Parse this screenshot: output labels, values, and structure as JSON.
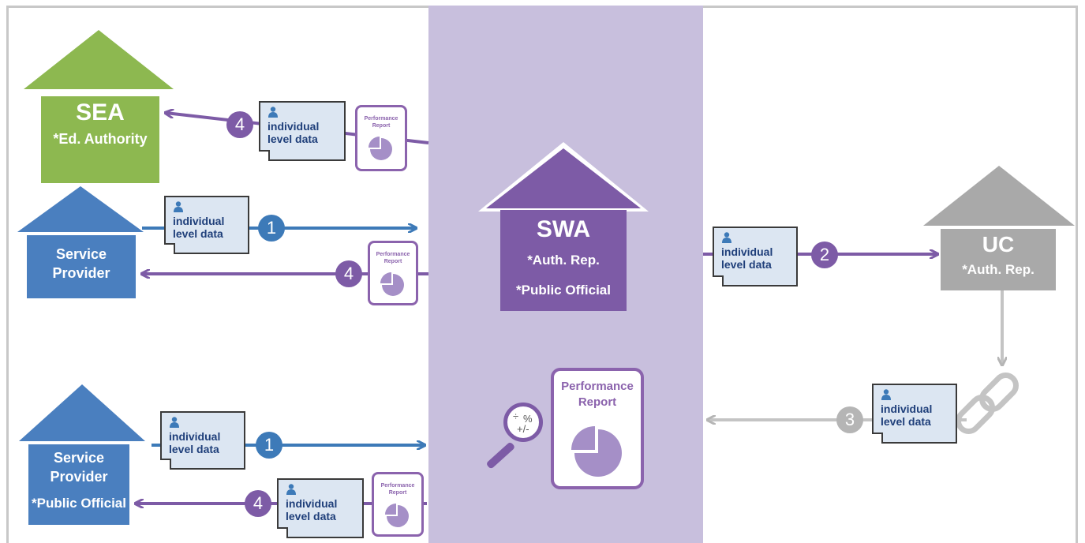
{
  "houses": {
    "sea": {
      "title": "SEA",
      "subtitle": "*Ed. Authority",
      "color": "#8db850"
    },
    "sp1": {
      "title": "Service Provider",
      "color": "#4a7fbf"
    },
    "sp2": {
      "title": "Service Provider",
      "subtitle": "*Public Official",
      "color": "#4a7fbf"
    },
    "swa": {
      "title": "SWA",
      "line1": "*Auth. Rep.",
      "line2": "*Public Official",
      "color": "#7d5ba6"
    },
    "uc": {
      "title": "UC",
      "subtitle": "*Auth. Rep.",
      "color": "#a9a9a9"
    }
  },
  "docs": {
    "label_line1": "individual",
    "label_line2": "level data"
  },
  "perf_small": {
    "line1": "Performance",
    "line2": "Report"
  },
  "perf_large": {
    "line1": "Performance",
    "line2": "Report"
  },
  "calc_symbols": {
    "div": "÷",
    "pct": "%",
    "pm": "+/-"
  },
  "steps": {
    "one": "1",
    "two": "2",
    "three": "3",
    "four": "4"
  },
  "colors": {
    "blue": "#3d7ab8",
    "purple": "#7d5ba6",
    "gray": "#b5b5b5",
    "band": "#c8bfdd"
  }
}
